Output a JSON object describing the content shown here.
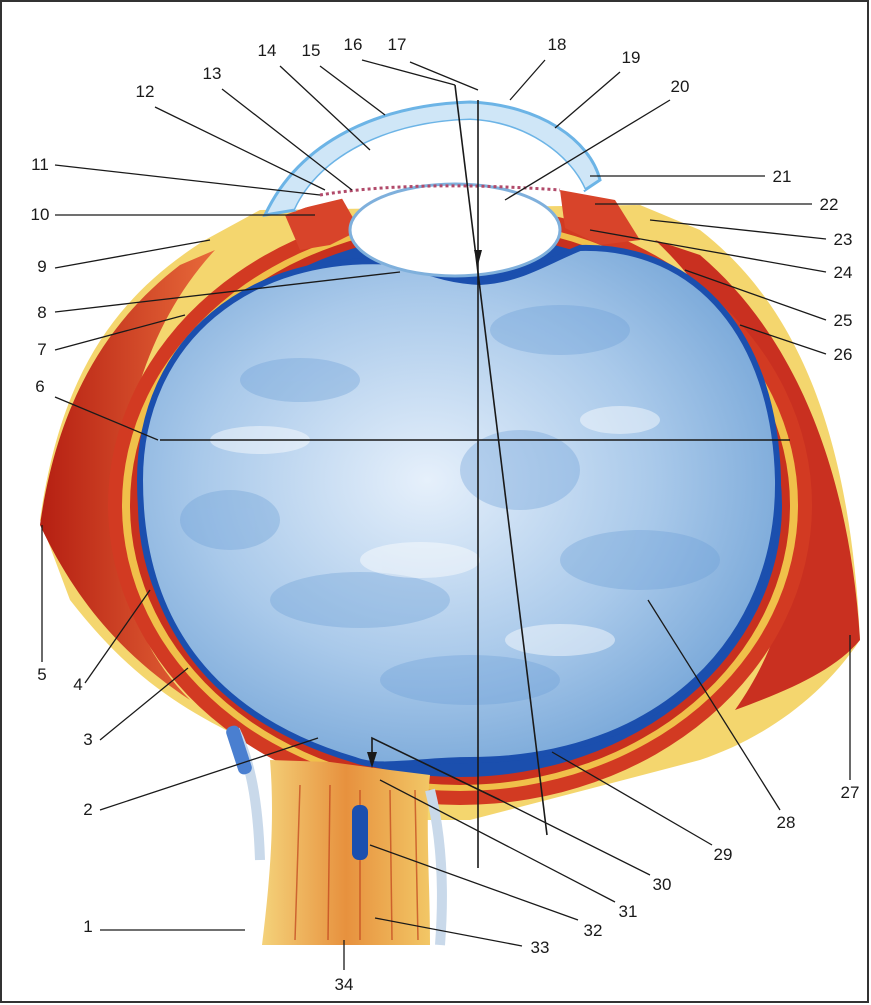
{
  "figure": {
    "labels": [
      "1",
      "2",
      "3",
      "4",
      "5",
      "6",
      "7",
      "8",
      "9",
      "10",
      "11",
      "12",
      "13",
      "14",
      "15",
      "16",
      "17",
      "18",
      "19",
      "20",
      "21",
      "22",
      "23",
      "24",
      "25",
      "26",
      "27",
      "28",
      "29",
      "30",
      "31",
      "32",
      "33",
      "34"
    ]
  },
  "colors": {
    "vitreous_blue": "#7fb0dc",
    "retina_blue": "#1b4fae",
    "sclera_red": "#d23a22",
    "fat_yellow": "#f2cf55",
    "line_black": "#1a1a1a"
  }
}
